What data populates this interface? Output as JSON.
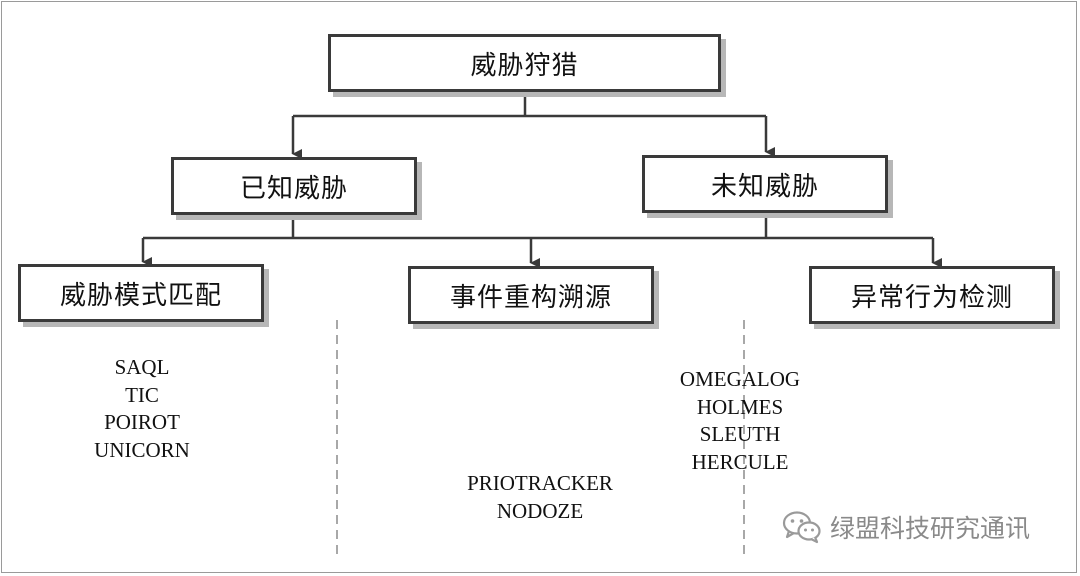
{
  "diagram": {
    "root": {
      "label": "威胁狩猎"
    },
    "branches": [
      {
        "label": "已知威胁"
      },
      {
        "label": "未知威胁"
      }
    ],
    "leaves": [
      {
        "label": "威胁模式匹配",
        "tools": [
          "SAQL",
          "TIC",
          "POIROT",
          "UNICORN"
        ]
      },
      {
        "label": "事件重构溯源",
        "tools": [
          "PRIOTRACKER",
          "NODOZE"
        ]
      },
      {
        "label": "异常行为检测",
        "tools": [
          "OMEGALOG",
          "HOLMES",
          "SLEUTH",
          "HERCULE"
        ]
      }
    ]
  },
  "watermark": {
    "icon": "wechat-icon",
    "text": "绿盟科技研究通讯"
  },
  "colors": {
    "box_border": "#3a3a3a",
    "box_shadow": "#b7b7b7",
    "connector": "#3a3a3a",
    "divider": "#8c8c8c",
    "watermark": "#8a8a8a"
  }
}
